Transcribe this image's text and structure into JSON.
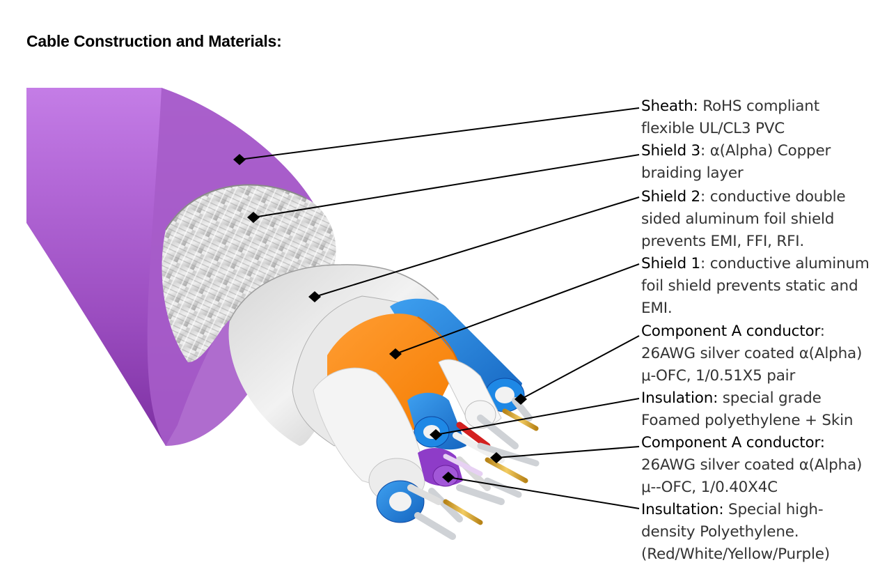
{
  "title": "Cable Construction and Materials:",
  "callouts": [
    {
      "name": "Sheath",
      "key": "Sheath:",
      "text": " RoHS compliant flexible UL/CL3 PVC"
    },
    {
      "name": "Shield 3",
      "key": "Shield 3",
      "text": ": α(Alpha) Copper braiding layer"
    },
    {
      "name": "Shield 2",
      "key": "Shield 2",
      "text": ": conductive double sided aluminum foil shield prevents EMI, FFI, RFI."
    },
    {
      "name": "Shield 1",
      "key": "Shield 1",
      "text": ": conductive aluminum foil shield prevents static and EMI."
    },
    {
      "name": "Component A conductor 1",
      "key": "Component A conductor",
      "text": ": 26AWG silver coated α(Alpha) μ-OFC, 1/0.51X5 pair"
    },
    {
      "name": "Insulation 1",
      "key": "Insulation:",
      "text": " special grade Foamed polyethylene + Skin"
    },
    {
      "name": "Component A conductor 2",
      "key": "Component A conductor:",
      "text": " 26AWG silver coated α(Alpha) μ--OFC, 1/0.40X4C"
    },
    {
      "name": "Insulation 2",
      "key": "Insultation:",
      "text": " Special high-density Polyethylene. (Red/White/Yellow/Purple)"
    }
  ],
  "colors": {
    "sheath": "#b565d6",
    "braid": "#d9d9d9",
    "foil": "#e4e4e4",
    "orange_pair": "#ff8c1a",
    "blue_jacket": "#1e88e5",
    "white_jacket": "#f3f3f3",
    "purple_jacket": "#8e3cc8",
    "copper": "#d8a531",
    "silver": "#cfd2d6",
    "red": "#d32020",
    "leader": "#000000"
  }
}
